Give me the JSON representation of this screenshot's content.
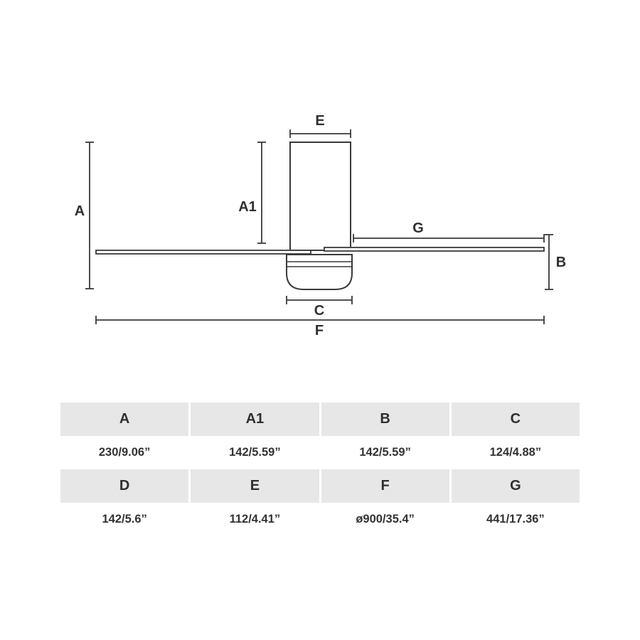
{
  "diagram": {
    "labels": {
      "a": "A",
      "a1": "A1",
      "b": "B",
      "c": "C",
      "e": "E",
      "f": "F",
      "g": "G"
    }
  },
  "table": {
    "rows": [
      {
        "type": "header",
        "cells": [
          "A",
          "A1",
          "B",
          "C"
        ]
      },
      {
        "type": "value",
        "cells": [
          "230/9.06”",
          "142/5.59”",
          "142/5.59”",
          "124/4.88”"
        ]
      },
      {
        "type": "header",
        "cells": [
          "D",
          "E",
          "F",
          "G"
        ]
      },
      {
        "type": "value",
        "cells": [
          "142/5.6”",
          "112/4.41”",
          "ø900/35.4”",
          "441/17.36”"
        ]
      }
    ]
  },
  "colors": {
    "line": "#3a3a3a",
    "table_header_bg": "#e7e7e7",
    "text": "#2f2f2f",
    "background": "#ffffff"
  }
}
